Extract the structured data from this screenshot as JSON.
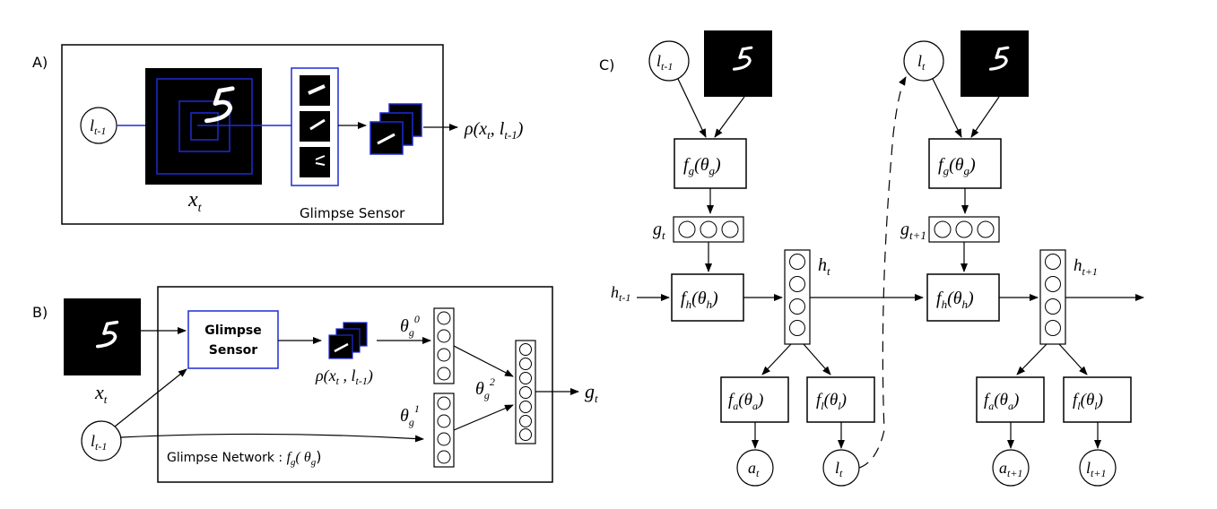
{
  "colors": {
    "accent_blue": "#1f2bd6",
    "line": "#000000",
    "image_bg": "#000000"
  },
  "panel_a": {
    "label": "A)",
    "loc": "l",
    "loc_sub": "t-1",
    "x": "x",
    "x_sub": "t",
    "rho": "ρ(x",
    "rho_sub1": "t",
    "rho_mid": ", l",
    "rho_sub2": "t-1",
    "rho_end": ")",
    "caption": "Glimpse Sensor"
  },
  "panel_b": {
    "label": "B)",
    "sensor_line1": "Glimpse",
    "sensor_line2": "Sensor",
    "x": "x",
    "x_sub": "t",
    "loc": "l",
    "loc_sub": "t-1",
    "rho": "ρ(x",
    "rho_sub1": "t",
    "rho_mid": " , l",
    "rho_sub2": "t-1",
    "rho_end": ")",
    "theta0": "θ",
    "theta0_sub": "g",
    "theta0_sup": "0",
    "theta1": "θ",
    "theta1_sub": "g",
    "theta1_sup": "1",
    "theta2": "θ",
    "theta2_sub": "g",
    "theta2_sup": "2",
    "g": "g",
    "g_sub": "t",
    "caption_pre": "Glimpse Network : ",
    "caption_f": "f",
    "caption_f_sub": "g",
    "caption_paren": "( θ",
    "caption_theta_sub": "g",
    "caption_close": ")"
  },
  "panel_c": {
    "label": "C)",
    "l1": "l",
    "l1_sub": "t-1",
    "l2": "l",
    "l2_sub": "t",
    "fg1": "f",
    "fg1_sub": "g",
    "fg1_arg": "(θ",
    "fg1_arg_sub": "g",
    "fg1_close": ")",
    "fg2": "f",
    "fg2_sub": "g",
    "fg2_arg": "(θ",
    "fg2_arg_sub": "g",
    "fg2_close": ")",
    "g1": "g",
    "g1_sub": "t",
    "g2": "g",
    "g2_sub": "t+1",
    "h_prev": "h",
    "h_prev_sub": "t-1",
    "fh1": "f",
    "fh1_sub": "h",
    "fh1_arg": "(θ",
    "fh1_arg_sub": "h",
    "fh1_close": ")",
    "fh2": "f",
    "fh2_sub": "h",
    "fh2_arg": "(θ",
    "fh2_arg_sub": "h",
    "fh2_close": ")",
    "ht": "h",
    "ht_sub": "t",
    "ht1": "h",
    "ht1_sub": "t+1",
    "fa1": "f",
    "fa1_sub": "a",
    "fa1_arg": "(θ",
    "fa1_arg_sub": "a",
    "fa1_close": ")",
    "fl1": "f",
    "fl1_sub": "l",
    "fl1_arg": "(θ",
    "fl1_arg_sub": "l",
    "fl1_close": ")",
    "fa2": "f",
    "fa2_sub": "a",
    "fa2_arg": "(θ",
    "fa2_arg_sub": "a",
    "fa2_close": ")",
    "fl2": "f",
    "fl2_sub": "l",
    "fl2_arg": "(θ",
    "fl2_arg_sub": "l",
    "fl2_close": ")",
    "a1": "a",
    "a1_sub": "t",
    "lo1": "l",
    "lo1_sub": "t",
    "a2": "a",
    "a2_sub": "t+1",
    "lo2": "l",
    "lo2_sub": "t+1"
  }
}
